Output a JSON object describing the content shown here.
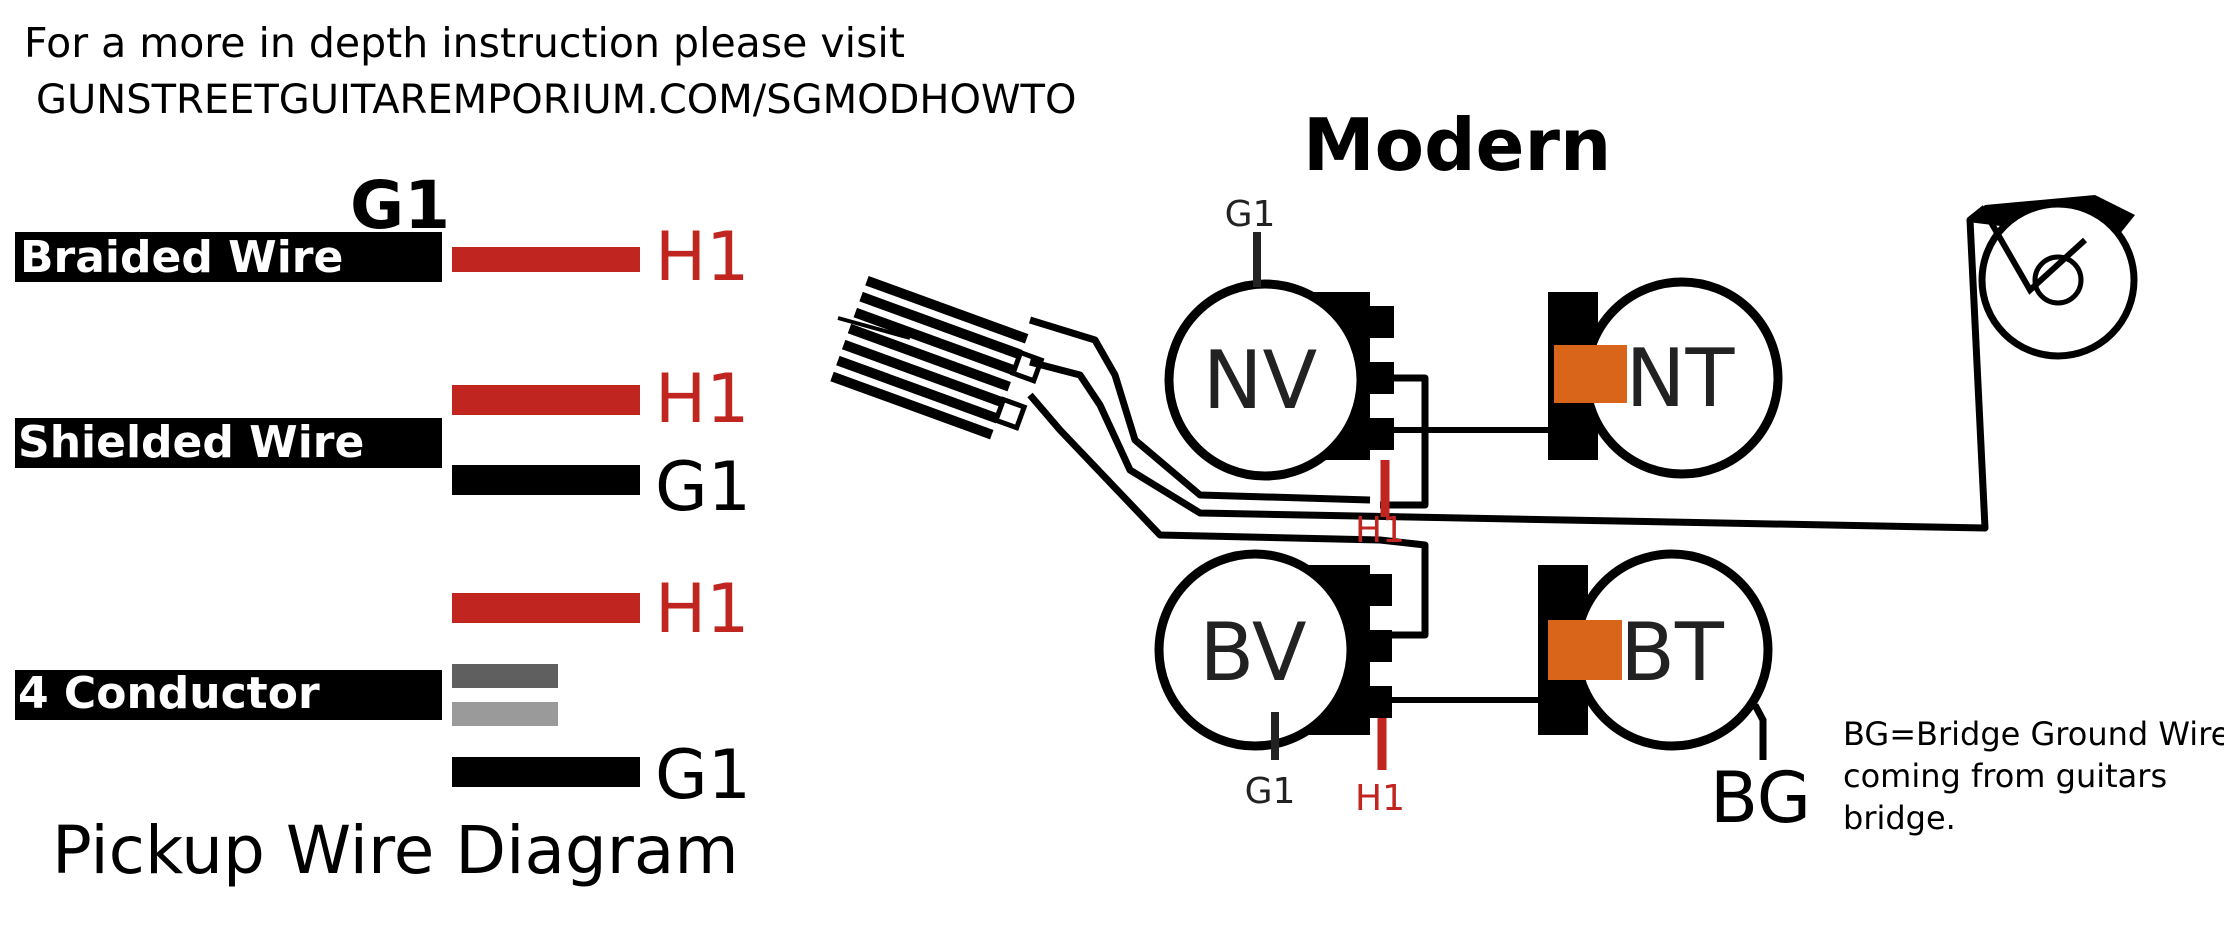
{
  "header": {
    "line1": "For a more in depth instruction please visit",
    "line2": "GUNSTREETGUITAREMPORIUM.COM/SGMODHOWTO"
  },
  "legend": {
    "title": "Pickup Wire Diagram",
    "braided": {
      "label": "Braided Wire",
      "ground": "G1",
      "hot": "H1"
    },
    "shielded": {
      "label": "Shielded Wire",
      "hot": "H1",
      "ground": "G1"
    },
    "four_conductor": {
      "label": "4 Conductor",
      "hot": "H1",
      "ground": "G1"
    }
  },
  "schematic": {
    "title": "Modern",
    "pots": {
      "nv": "NV",
      "nt": "NT",
      "bv": "BV",
      "bt": "BT"
    },
    "labels": {
      "nv_ground": "G1",
      "nv_hot": "H1",
      "bv_ground": "G1",
      "bv_hot": "H1",
      "bridge_ground": "BG"
    },
    "note": {
      "line1": "BG=Bridge Ground Wire",
      "line2": "coming from guitars",
      "line3": "bridge."
    }
  },
  "colors": {
    "hot_red": "#c0261f",
    "ground_black": "#000000",
    "capacitor_orange": "#d9651b",
    "conductor_dark_gray": "#5f5f5f",
    "conductor_light_gray": "#9a9a9a"
  }
}
